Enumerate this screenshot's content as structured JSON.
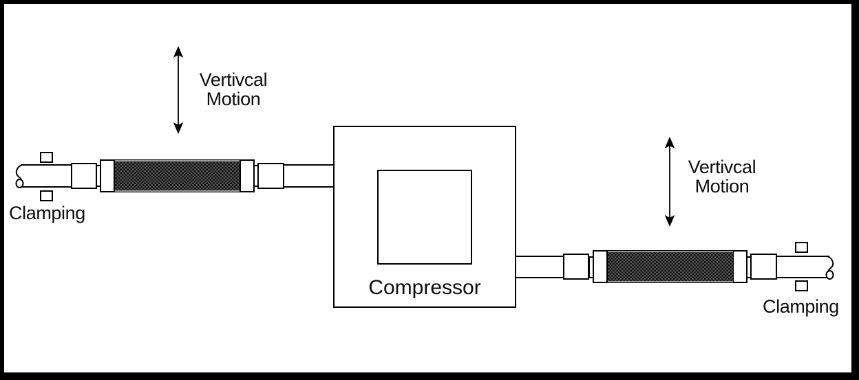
{
  "diagram": {
    "compressor_label": "Compressor",
    "left_motion": {
      "line1": "Vertivcal",
      "line2": "Motion"
    },
    "right_motion": {
      "line1": "Vertivcal",
      "line2": "Motion"
    },
    "left_clamping_label": "Clamping",
    "right_clamping_label": "Clamping",
    "colors": {
      "ink": "#000000",
      "paper": "#ffffff",
      "braid_dark": "#181818",
      "braid_light": "#4e4e4e",
      "braid_edge": "#9a9a9a"
    }
  }
}
